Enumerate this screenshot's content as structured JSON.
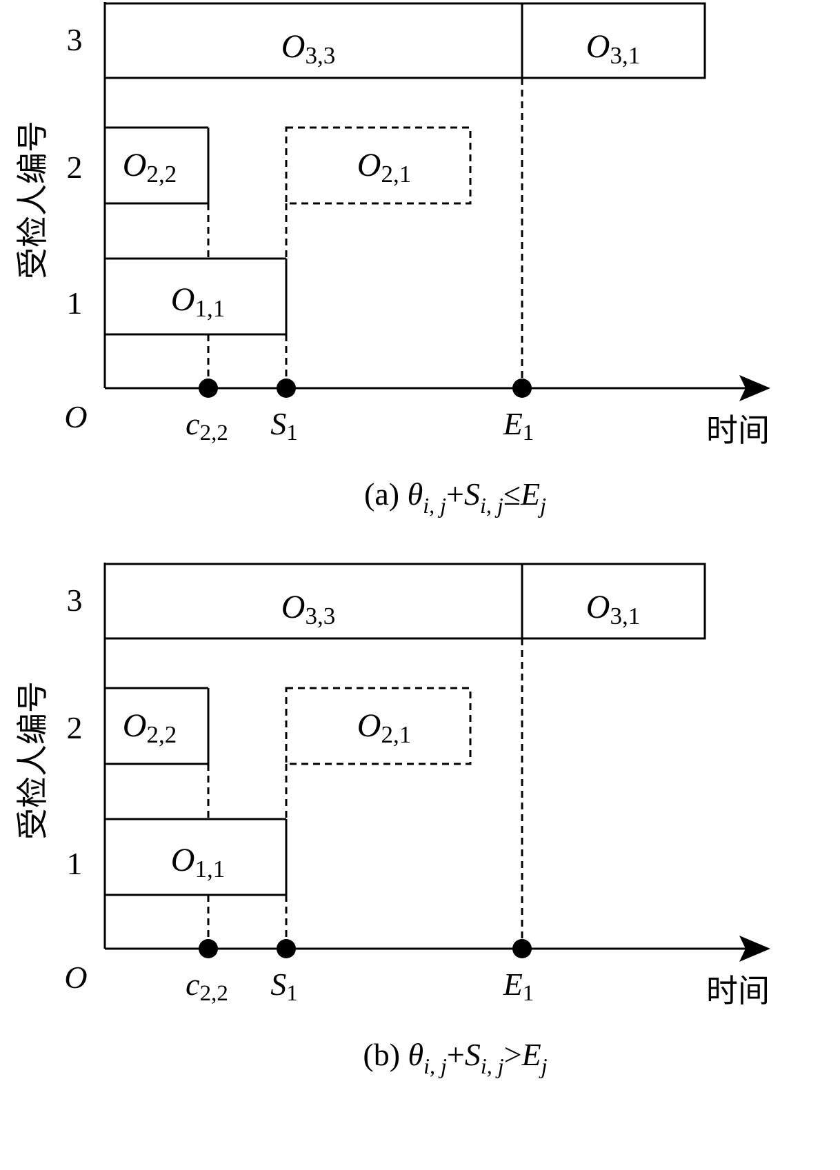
{
  "panels": [
    {
      "caption": {
        "prefix": "(a)",
        "theta": "θ",
        "theta_sub": "i, j",
        "plus": "+",
        "s": "S",
        "s_sub": "i, j",
        "relation": "≤",
        "e": "E",
        "e_sub": "j"
      },
      "y_axis_label": "受检人编号",
      "x_axis_label": "时间",
      "origin_label": "O",
      "row_labels": [
        "3",
        "2",
        "1"
      ],
      "blocks": [
        {
          "main": "O",
          "sub": "3,3",
          "row": 3,
          "style": "solid"
        },
        {
          "main": "O",
          "sub": "3,1",
          "row": 3,
          "style": "solid"
        },
        {
          "main": "O",
          "sub": "2,2",
          "row": 2,
          "style": "solid"
        },
        {
          "main": "O",
          "sub": "2,1",
          "row": 2,
          "style": "dashed"
        },
        {
          "main": "O",
          "sub": "1,1",
          "row": 1,
          "style": "solid"
        }
      ],
      "markers": [
        {
          "main": "c",
          "sub": "2,2"
        },
        {
          "main": "S",
          "sub": "1"
        },
        {
          "main": "E",
          "sub": "1"
        }
      ]
    },
    {
      "caption": {
        "prefix": "(b)",
        "theta": "θ",
        "theta_sub": "i, j",
        "plus": "+",
        "s": "S",
        "s_sub": "i, j",
        "relation": ">",
        "e": "E",
        "e_sub": "j"
      },
      "y_axis_label": "受检人编号",
      "x_axis_label": "时间",
      "origin_label": "O",
      "row_labels": [
        "3",
        "2",
        "1"
      ],
      "blocks": [
        {
          "main": "O",
          "sub": "3,3",
          "row": 3,
          "style": "solid"
        },
        {
          "main": "O",
          "sub": "3,1",
          "row": 3,
          "style": "solid"
        },
        {
          "main": "O",
          "sub": "2,2",
          "row": 2,
          "style": "solid"
        },
        {
          "main": "O",
          "sub": "2,1",
          "row": 2,
          "style": "dashed"
        },
        {
          "main": "O",
          "sub": "1,1",
          "row": 1,
          "style": "solid"
        }
      ],
      "markers": [
        {
          "main": "c",
          "sub": "2,2"
        },
        {
          "main": "S",
          "sub": "1"
        },
        {
          "main": "E",
          "sub": "1"
        }
      ]
    }
  ],
  "colors": {
    "stroke": "#000000",
    "background": "#ffffff"
  }
}
